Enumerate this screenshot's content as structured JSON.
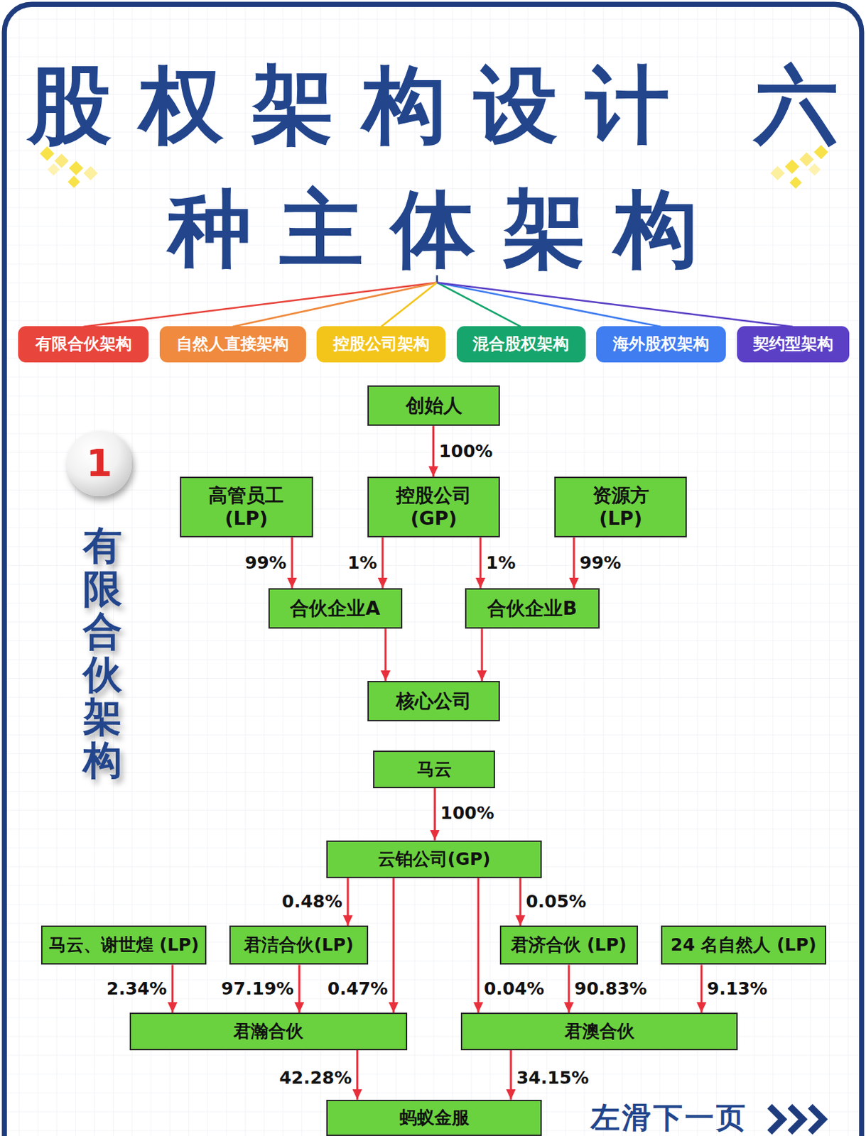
{
  "diagram": {
    "title": "股权架构设计 六种主体架构",
    "nodes": [
      {
        "text": [
          "有限合伙架构"
        ]
      },
      {
        "text": [
          "自然人直接架构"
        ]
      },
      {
        "text": [
          "控股公司架构"
        ]
      },
      {
        "text": [
          "混合股权架构"
        ]
      },
      {
        "text": [
          "海外股权架构"
        ]
      },
      {
        "text": [
          "契约型架构"
        ]
      },
      {
        "text": [
          "1"
        ]
      },
      {
        "text": [
          "创始人"
        ]
      },
      {
        "text": [
          "高管员工 (LP)"
        ]
      },
      {
        "text": [
          "控股公司 (GP)"
        ]
      },
      {
        "text": [
          "资源方 (LP)"
        ]
      },
      {
        "text": [
          "合伙企业A"
        ]
      },
      {
        "text": [
          "合伙企业B"
        ]
      },
      {
        "text": [
          "核心公司"
        ]
      },
      {
        "text": [
          "马云"
        ]
      },
      {
        "text": [
          "云铂公司(GP)"
        ]
      },
      {
        "text": [
          "马云、谢世煌 (LP)"
        ]
      },
      {
        "text": [
          "君洁合伙(LP)"
        ]
      },
      {
        "text": [
          "君济合伙 (LP)"
        ]
      },
      {
        "text": [
          "24 名自然人 (LP)"
        ]
      },
      {
        "text": [
          "君瀚合伙"
        ]
      },
      {
        "text": [
          "君澳合伙"
        ]
      },
      {
        "text": [
          "蚂蚁金服"
        ]
      }
    ],
    "edges": [
      {
        "from": 7,
        "to": 9,
        "arrow": "to",
        "label": "100%"
      },
      {
        "from": 8,
        "to": 11,
        "arrow": "to",
        "label": "99%"
      },
      {
        "from": 9,
        "to": 11,
        "arrow": "to",
        "label": "1%"
      },
      {
        "from": 9,
        "to": 12,
        "arrow": "to",
        "label": "1%"
      },
      {
        "from": 10,
        "to": 12,
        "arrow": "to",
        "label": "99%"
      },
      {
        "from": 11,
        "to": 13,
        "arrow": "to"
      },
      {
        "from": 12,
        "to": 13,
        "arrow": "to"
      },
      {
        "from": 14,
        "to": 15,
        "arrow": "to",
        "label": "100%"
      },
      {
        "from": 15,
        "to": 17,
        "arrow": "to",
        "label": "0.48%"
      },
      {
        "from": 15,
        "to": 20,
        "arrow": "to",
        "label": "0.47%"
      },
      {
        "from": 15,
        "to": 21,
        "arrow": "to",
        "label": "0.04%"
      },
      {
        "from": 15,
        "to": 18,
        "arrow": "to",
        "label": "0.05%"
      },
      {
        "from": 16,
        "to": 20,
        "arrow": "to",
        "label": "2.34%"
      },
      {
        "from": 17,
        "to": 20,
        "arrow": "to",
        "label": "97.19%"
      },
      {
        "from": 18,
        "to": 21,
        "arrow": "to",
        "label": "90.83%"
      },
      {
        "from": 19,
        "to": 21,
        "arrow": "to",
        "label": "9.13%"
      },
      {
        "from": 20,
        "to": 22,
        "arrow": "to",
        "label": "42.28%"
      },
      {
        "from": 21,
        "to": 22,
        "arrow": "to",
        "label": "34.15%"
      }
    ],
    "labels": [
      "有限合伙架构",
      "左滑下一页"
    ]
  }
}
